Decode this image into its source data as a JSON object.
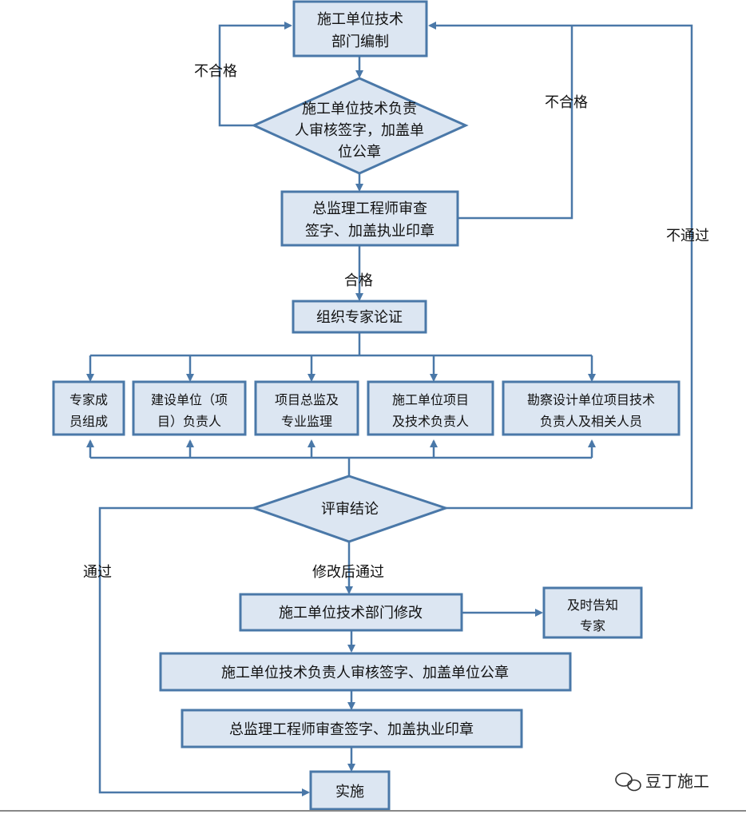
{
  "nodes": {
    "compile": [
      "施工单位技术",
      "部门编制"
    ],
    "review_sign": [
      "施工单位技术负责",
      "人审核签字，加盖单",
      "位公章"
    ],
    "chief_review": [
      "总监理工程师审查",
      "签字、加盖执业印章"
    ],
    "organize": "组织专家论证",
    "experts": [
      "专家成",
      "员组成"
    ],
    "owner": [
      "建设单位（项",
      "目）负责人"
    ],
    "supervisor": [
      "项目总监及",
      "专业监理"
    ],
    "contractor": [
      "施工单位项目",
      "及技术负责人"
    ],
    "design": [
      "勘察设计单位项目技术",
      "负责人及相关人员"
    ],
    "conclusion": "评审结论",
    "modify": "施工单位技术部门修改",
    "notify": [
      "及时告知",
      "专家"
    ],
    "resign": "施工单位技术负责人审核签字、加盖单位公章",
    "rechief": "总监理工程师审查签字、加盖执业印章",
    "implement": "实施"
  },
  "edge_labels": {
    "fail_left": "不合格",
    "fail_right": "不合格",
    "pass": "合格",
    "reject": "不通过",
    "approved": "通过",
    "approved_after_fix": "修改后通过"
  },
  "watermark": "豆丁施工",
  "colors": {
    "box_fill": "#dce6f2",
    "border": "#4a78a8",
    "text": "#111111"
  }
}
